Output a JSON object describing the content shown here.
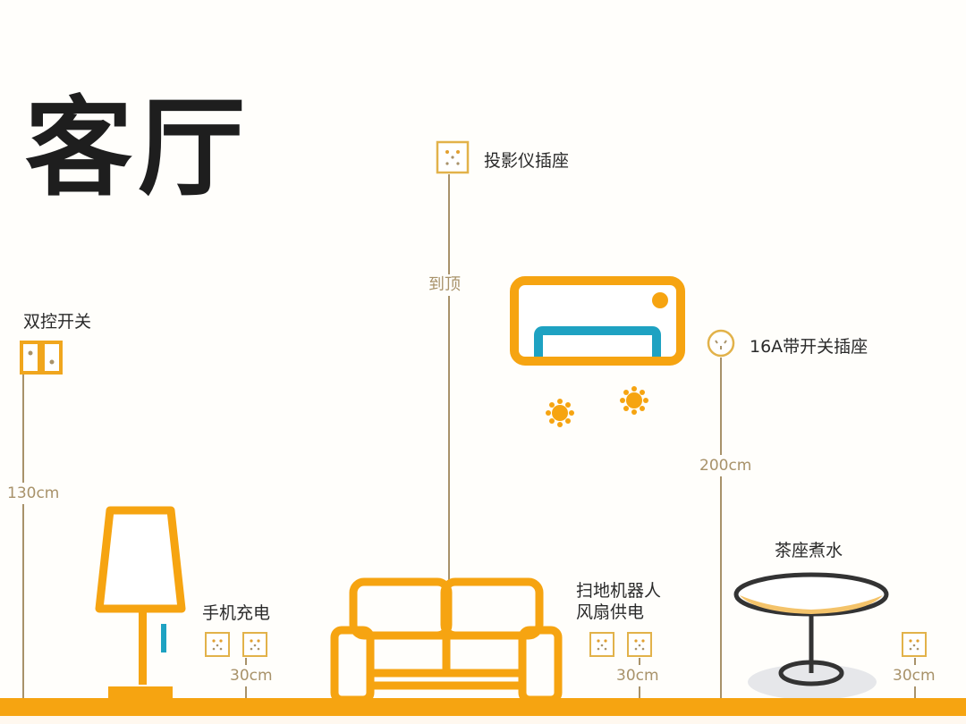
{
  "title": "客厅",
  "colors": {
    "accent_orange": "#f6a411",
    "accent_teal": "#1ea2c2",
    "measure_gold": "#a8926a",
    "outlet_border": "#e2b24a",
    "table_outline": "#333333",
    "table_shadow": "#e6e7ea"
  },
  "items": {
    "dual_switch": {
      "label": "双控开关",
      "height": "130cm",
      "icon": "dual-switch-icon"
    },
    "projector_outlet": {
      "label": "投影仪插座",
      "height": "到顶",
      "icon": "outlet-icon"
    },
    "ac_outlet": {
      "label": "16A带开关插座",
      "height": "200cm",
      "icon": "round-outlet-icon"
    },
    "phone_charging": {
      "label": "手机充电",
      "height": "30cm",
      "icon": "outlet-icon"
    },
    "robot_fan": {
      "label_line1": "扫地机器人",
      "label_line2": "风扇供电",
      "height": "30cm",
      "icon": "outlet-icon"
    },
    "tea_table": {
      "label": "茶座煮水",
      "height": "30cm",
      "icon": "outlet-icon"
    }
  },
  "furniture": [
    "floor-lamp",
    "sofa",
    "air-conditioner",
    "round-table"
  ]
}
